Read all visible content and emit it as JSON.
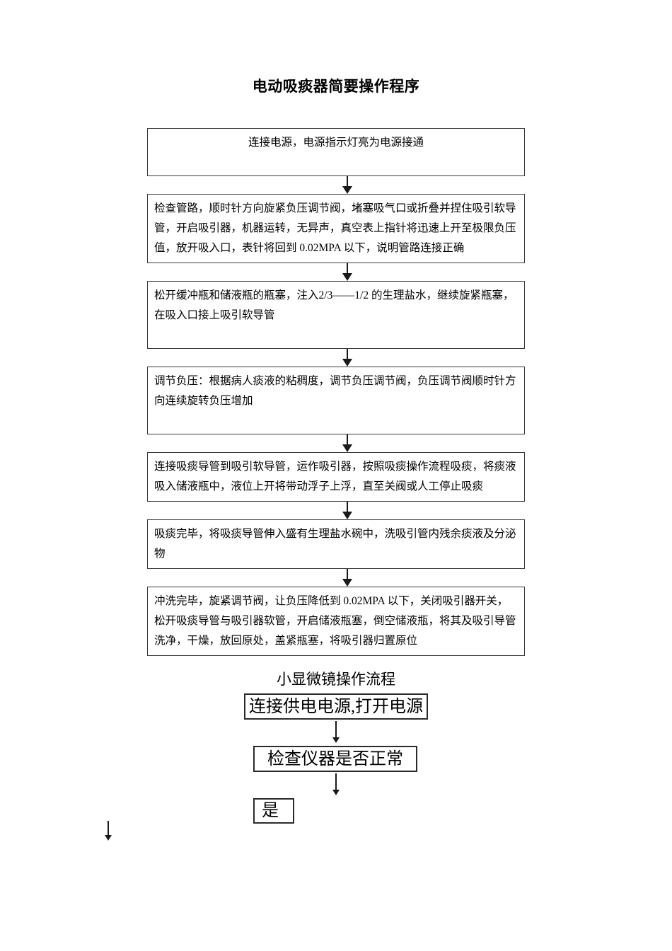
{
  "document": {
    "title": "电动吸痰器简要操作程序"
  },
  "flow1": {
    "steps": [
      {
        "text": "连接电源，电源指示灯亮为电源接通",
        "align": "center"
      },
      {
        "text": "检查管路，顺时针方向旋紧负压调节阀，堵塞吸气口或折叠并捏住吸引软导管，开启吸引器，机器运转，无异声，真空表上指针将迅速上开至极限负压值，放开吸入口，表针将回到 0.02MPA 以下，说明管路连接正确",
        "align": "left"
      },
      {
        "text": "松开缓冲瓶和储液瓶的瓶塞，注入2/3——1/2 的生理盐水，继续旋紧瓶塞，在吸入口接上吸引软导管",
        "align": "left"
      },
      {
        "text": "调节负压：根据病人痰液的粘稠度，调节负压调节阀，负压调节阀顺时针方向连续旋转负压增加",
        "align": "left"
      },
      {
        "text": "连接吸痰导管到吸引软导管，运作吸引器，按照吸痰操作流程吸痰，将痰液吸入储液瓶中，液位上开将带动浮子上浮，直至关阀或人工停止吸痰",
        "align": "left"
      },
      {
        "text": "吸痰完毕，将吸痰导管伸入盛有生理盐水碗中，洗吸引管内残余痰液及分泌物",
        "align": "left"
      },
      {
        "text": "冲洗完毕，旋紧调节阀，让负压降低到 0.02MPA 以下，关闭吸引器开关，松开吸痰导管与吸引器软管，开启储液瓶塞，倒空储液瓶，将其及吸引导管洗净，干燥，放回原处，盖紧瓶塞，将吸引器归置原位",
        "align": "left"
      }
    ]
  },
  "flow2": {
    "heading": "小显微镜操作流程",
    "steps": [
      {
        "text": "连接供电电源,打开电源"
      },
      {
        "text": "检查仪器是否正常"
      },
      {
        "text": "是"
      }
    ]
  }
}
